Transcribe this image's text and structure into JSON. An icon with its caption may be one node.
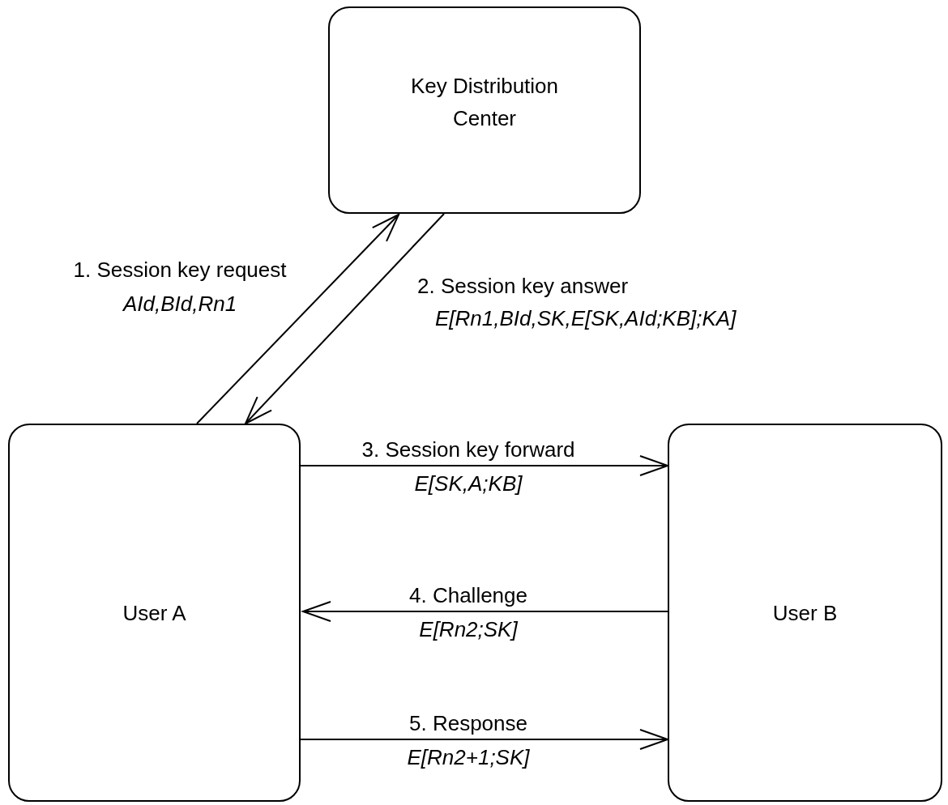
{
  "diagram": {
    "nodes": [
      {
        "text": [
          "Key Distribution Center"
        ]
      },
      {
        "text": [
          "User A"
        ]
      },
      {
        "text": [
          "User B"
        ]
      }
    ],
    "edges": [
      {
        "from": 1,
        "to": 0,
        "arrow": "to",
        "label": "1. Session key request *AId,BId,Rn1*"
      },
      {
        "from": 0,
        "to": 1,
        "arrow": "to",
        "label": "2. Session key answer *E[Rn1,BId,SK,E[SK,AId;KB];KA]*"
      },
      {
        "from": 1,
        "to": 2,
        "arrow": "to",
        "label": "3. Session key forward *E[SK,A;KB]*"
      },
      {
        "from": 2,
        "to": 1,
        "arrow": "to",
        "label": "4. Challenge *E[Rn2;SK]*"
      },
      {
        "from": 1,
        "to": 2,
        "arrow": "to",
        "label": "5. Response *E[Rn2+1;SK]*"
      }
    ]
  }
}
